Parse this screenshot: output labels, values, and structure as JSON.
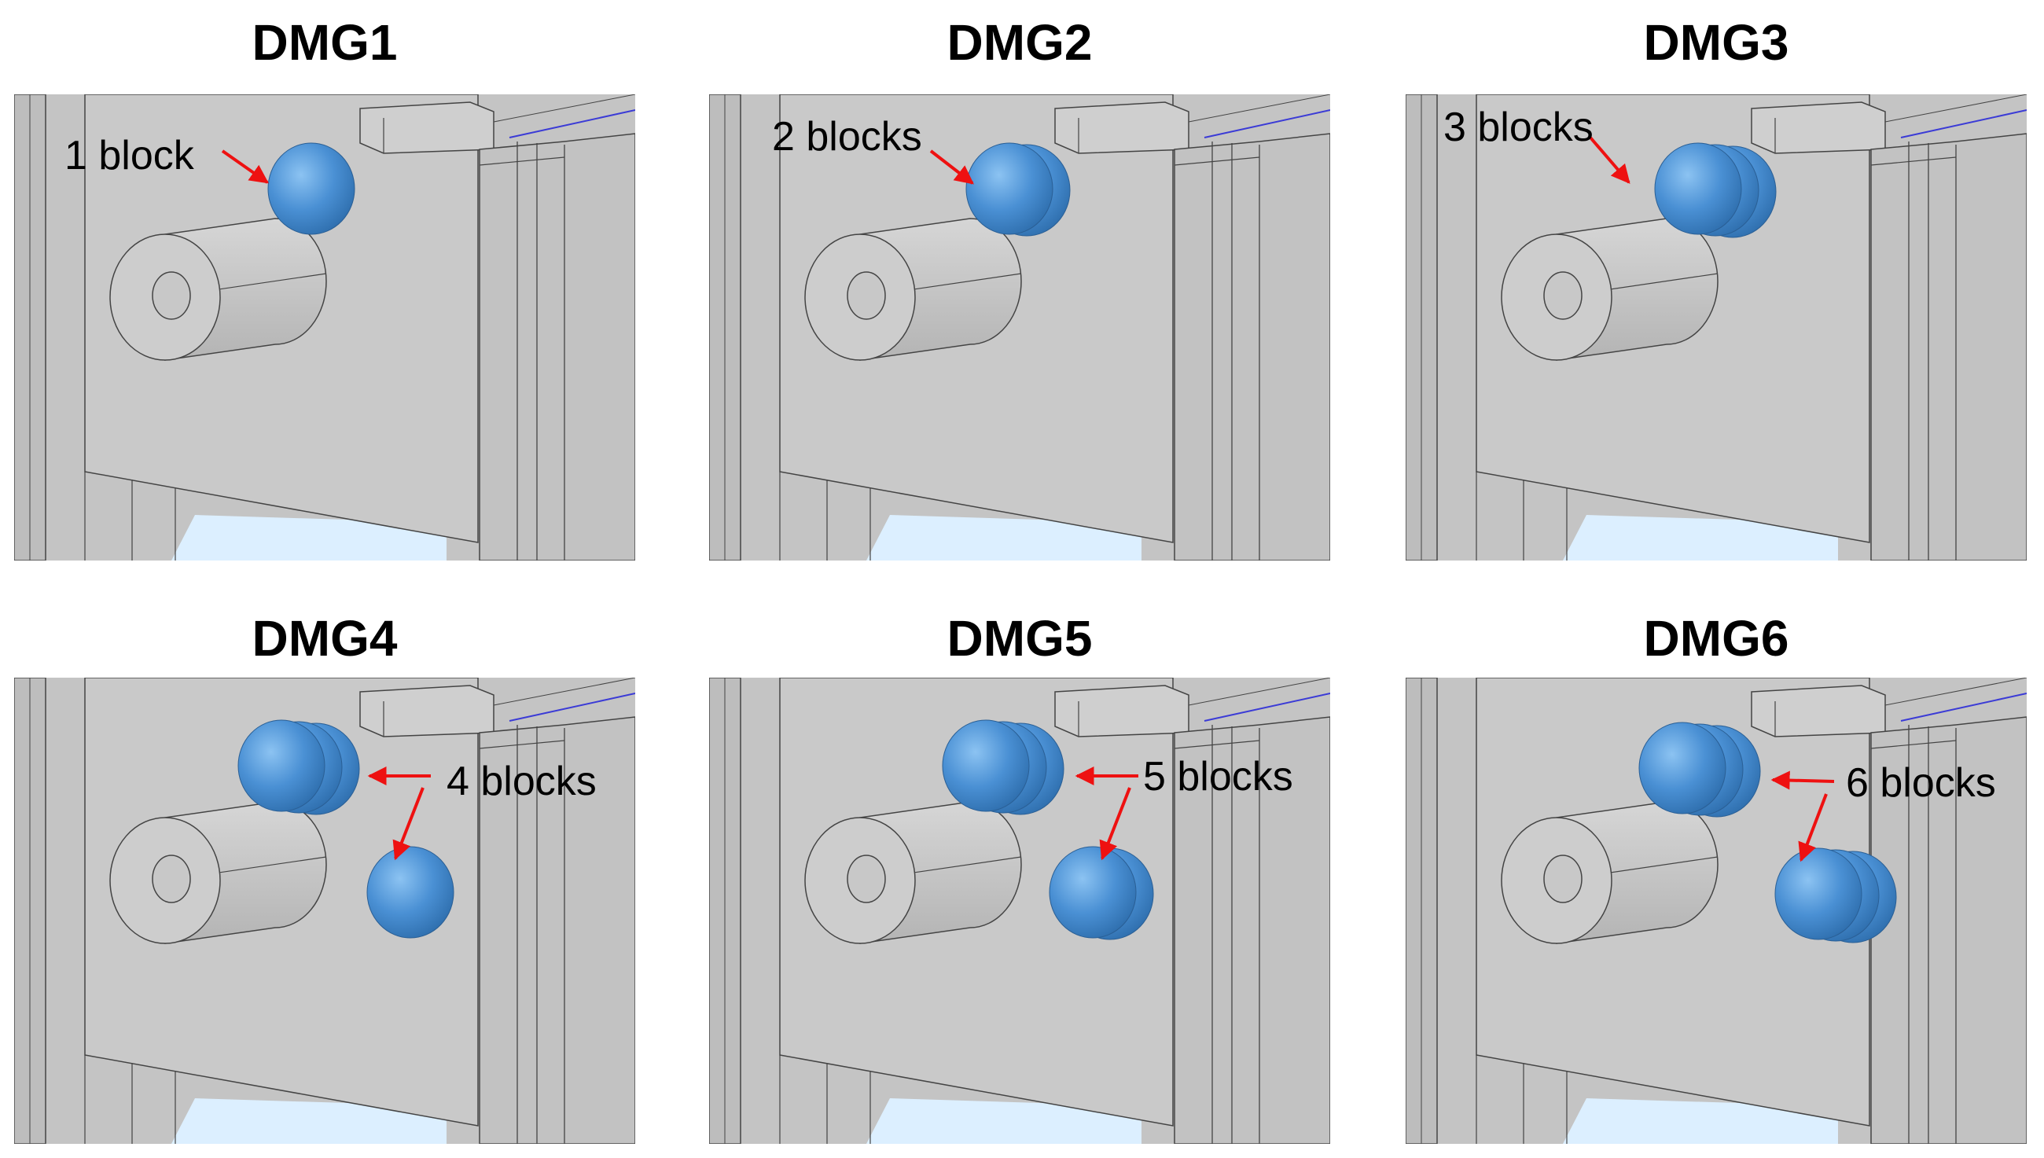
{
  "figure": {
    "panels": [
      {
        "title": "DMG1",
        "label": "1 block",
        "blocks": [
          1,
          0
        ]
      },
      {
        "title": "DMG2",
        "label": "2 blocks",
        "blocks": [
          2,
          0
        ]
      },
      {
        "title": "DMG3",
        "label": "3 blocks",
        "blocks": [
          3,
          0
        ]
      },
      {
        "title": "DMG4",
        "label": "4 blocks",
        "blocks": [
          3,
          1
        ]
      },
      {
        "title": "DMG5",
        "label": "5 blocks",
        "blocks": [
          3,
          2
        ]
      },
      {
        "title": "DMG6",
        "label": "6 blocks",
        "blocks": [
          3,
          3
        ]
      }
    ],
    "colors": {
      "block": "#4a90d4",
      "block_shade": "#2f6fae",
      "background": "#c4c4c4",
      "wall": "#c9c9c9",
      "arrow": "#ee1111",
      "edge": "#444444",
      "floor": "#dcefff"
    }
  }
}
